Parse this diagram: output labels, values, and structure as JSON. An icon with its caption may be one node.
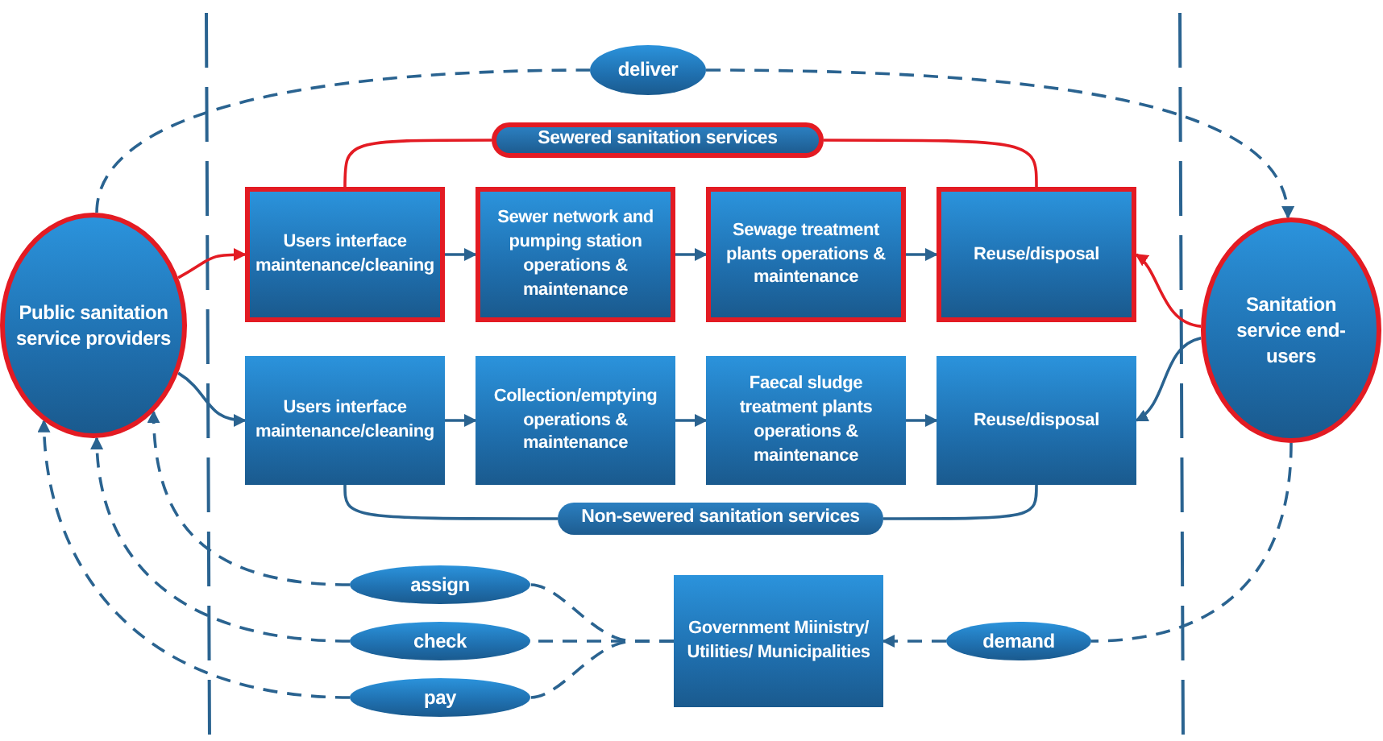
{
  "diagram": {
    "nodes": [
      {
        "text": [
          "Public sanitation service providers"
        ]
      },
      {
        "text": [
          "Sanitation service end-users"
        ]
      },
      {
        "text": [
          "deliver"
        ]
      },
      {
        "text": [
          "Sewered sanitation services"
        ]
      },
      {
        "text": [
          "Users interface maintenance/cleaning"
        ]
      },
      {
        "text": [
          "Sewer network and pumping station operations & maintenance"
        ]
      },
      {
        "text": [
          "Sewage treatment plants operations & maintenance"
        ]
      },
      {
        "text": [
          "Reuse/disposal"
        ]
      },
      {
        "text": [
          "Users interface maintenance/cleaning"
        ]
      },
      {
        "text": [
          "Collection/emptying operations & maintenance"
        ]
      },
      {
        "text": [
          "Faecal sludge treatment plants operations & maintenance"
        ]
      },
      {
        "text": [
          "Reuse/disposal"
        ]
      },
      {
        "text": [
          "Non-sewered sanitation services"
        ]
      },
      {
        "text": [
          "assign"
        ]
      },
      {
        "text": [
          "check"
        ]
      },
      {
        "text": [
          "pay"
        ]
      },
      {
        "text": [
          "Government Miinistry/ Utilities/ Municipalities"
        ]
      },
      {
        "text": [
          "demand"
        ]
      }
    ],
    "edges": [
      {
        "from": 0,
        "to": 2,
        "arrow": "none",
        "style": "dashed"
      },
      {
        "from": 2,
        "to": 1,
        "arrow": "to",
        "style": "dashed"
      },
      {
        "from": 0,
        "to": 4,
        "arrow": "to",
        "color": "#e31b23"
      },
      {
        "from": 4,
        "to": 5,
        "arrow": "to"
      },
      {
        "from": 5,
        "to": 6,
        "arrow": "to"
      },
      {
        "from": 6,
        "to": 7,
        "arrow": "to"
      },
      {
        "from": 0,
        "to": 8,
        "arrow": "to"
      },
      {
        "from": 8,
        "to": 9,
        "arrow": "to"
      },
      {
        "from": 9,
        "to": 10,
        "arrow": "to"
      },
      {
        "from": 10,
        "to": 11,
        "arrow": "to"
      },
      {
        "from": 1,
        "to": 7,
        "arrow": "to",
        "color": "#e31b23"
      },
      {
        "from": 1,
        "to": 11,
        "arrow": "to"
      },
      {
        "from": 4,
        "to": 3,
        "arrow": "none",
        "color": "#e31b23"
      },
      {
        "from": 3,
        "to": 7,
        "arrow": "none",
        "color": "#e31b23"
      },
      {
        "from": 8,
        "to": 12,
        "arrow": "none"
      },
      {
        "from": 12,
        "to": 11,
        "arrow": "none"
      },
      {
        "from": 13,
        "to": 0,
        "arrow": "to",
        "style": "dashed"
      },
      {
        "from": 14,
        "to": 0,
        "arrow": "to",
        "style": "dashed"
      },
      {
        "from": 15,
        "to": 0,
        "arrow": "to",
        "style": "dashed"
      },
      {
        "from": 16,
        "to": 13,
        "arrow": "none",
        "style": "dashed"
      },
      {
        "from": 16,
        "to": 14,
        "arrow": "none",
        "style": "dashed"
      },
      {
        "from": 16,
        "to": 15,
        "arrow": "none",
        "style": "dashed"
      },
      {
        "from": 1,
        "to": 17,
        "arrow": "none",
        "style": "dashed"
      },
      {
        "from": 17,
        "to": 16,
        "arrow": "to",
        "style": "dashed"
      }
    ]
  }
}
